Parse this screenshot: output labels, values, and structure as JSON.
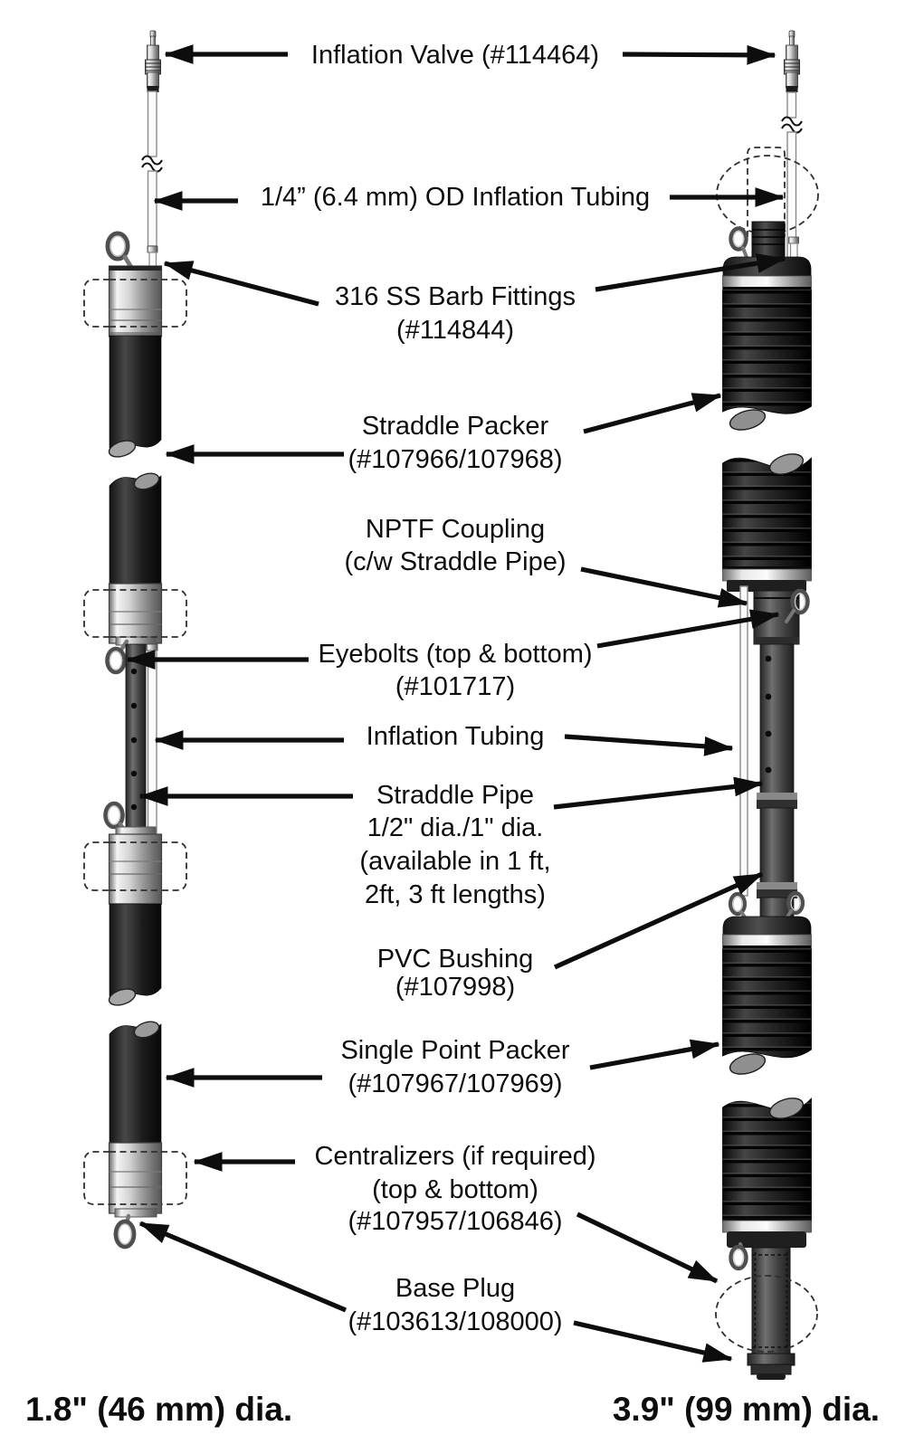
{
  "diagram": {
    "type": "straddle-packer-assembly-diagram",
    "colors": {
      "background": "#ffffff",
      "ink": "#0d0d0d",
      "rubber_dark": "#161616",
      "metal_light": "#e8e8e8",
      "pipe_gray": "#4a4a4a",
      "tube_white": "#fbfbfb",
      "dash_gray": "#2f2f2f",
      "cut_gray": "#9b9b9b"
    }
  },
  "labels": {
    "inflation_valve": {
      "lines": [
        "Inflation Valve (#114464)"
      ]
    },
    "od_inflation_tubing": {
      "lines": [
        "1/4” (6.4 mm) OD Inflation Tubing"
      ]
    },
    "barb_fittings": {
      "lines": [
        "316 SS Barb Fittings",
        "(#114844)"
      ]
    },
    "straddle_packer": {
      "lines": [
        "Straddle Packer",
        "(#107966/107968)"
      ]
    },
    "nptf_coupling": {
      "lines": [
        "NPTF Coupling",
        "(c/w Straddle Pipe)"
      ]
    },
    "eyebolts": {
      "lines": [
        "Eyebolts (top & bottom)",
        "(#101717)"
      ]
    },
    "inflation_tubing": {
      "lines": [
        "Inflation Tubing"
      ]
    },
    "straddle_pipe": {
      "lines": [
        "Straddle Pipe",
        "1/2\" dia./1\" dia.",
        "(available in 1 ft,",
        "2ft, 3 ft lengths)"
      ]
    },
    "pvc_bushing": {
      "lines": [
        "PVC Bushing",
        "(#107998)"
      ]
    },
    "single_point_packer": {
      "lines": [
        "Single Point Packer",
        "(#107967/107969)"
      ]
    },
    "centralizers": {
      "lines": [
        "Centralizers (if required)",
        "(top & bottom)",
        "(#107957/106846)"
      ]
    },
    "base_plug": {
      "lines": [
        "Base Plug",
        "(#103613/108000)"
      ]
    }
  },
  "captions": {
    "left": "1.8\" (46 mm) dia.",
    "right": "3.9\" (99 mm) dia."
  }
}
